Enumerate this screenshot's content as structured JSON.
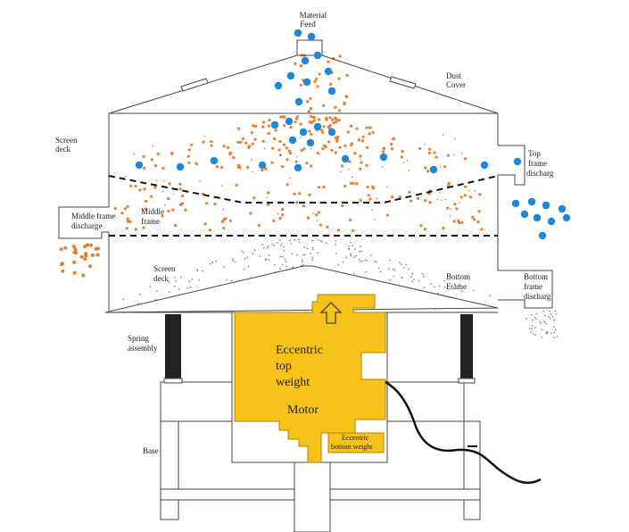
{
  "labels": {
    "material_feed": [
      "Material",
      "Feed"
    ],
    "dust_cover": [
      "Dust",
      "Cover"
    ],
    "screen_deck_top": [
      "Screen",
      "deck"
    ],
    "top_frame_discharge": [
      "Top",
      "frame",
      "discharg"
    ],
    "middle_frame_discharge": [
      "Middle frame",
      "discharge"
    ],
    "middle_frame": [
      "Middle",
      "frame"
    ],
    "screen_deck_bottom": [
      "Screen",
      "deck"
    ],
    "bottom_frame": [
      "Bottom",
      "Frame"
    ],
    "bottom_frame_discharge": [
      "Bottom",
      "frame",
      "discharg"
    ],
    "spring_assembly": [
      "Spring",
      "assembly"
    ],
    "eccentric_top_weight": [
      "Eccentric",
      "top",
      "weight"
    ],
    "motor": "Motor",
    "eccentric_bottom_weight": [
      "Eccentric",
      "bottom weight"
    ],
    "base": "Base"
  },
  "colors": {
    "large_particle": "#1e88d6",
    "medium_particle": "#f07a2a",
    "fine_particle": "#8a8a8a",
    "motor": "#f7c21a",
    "motor_outline": "#b08400",
    "spring": "#222222",
    "line": "#444444"
  },
  "icons": {
    "motor_arrow": "up-arrow-icon"
  }
}
